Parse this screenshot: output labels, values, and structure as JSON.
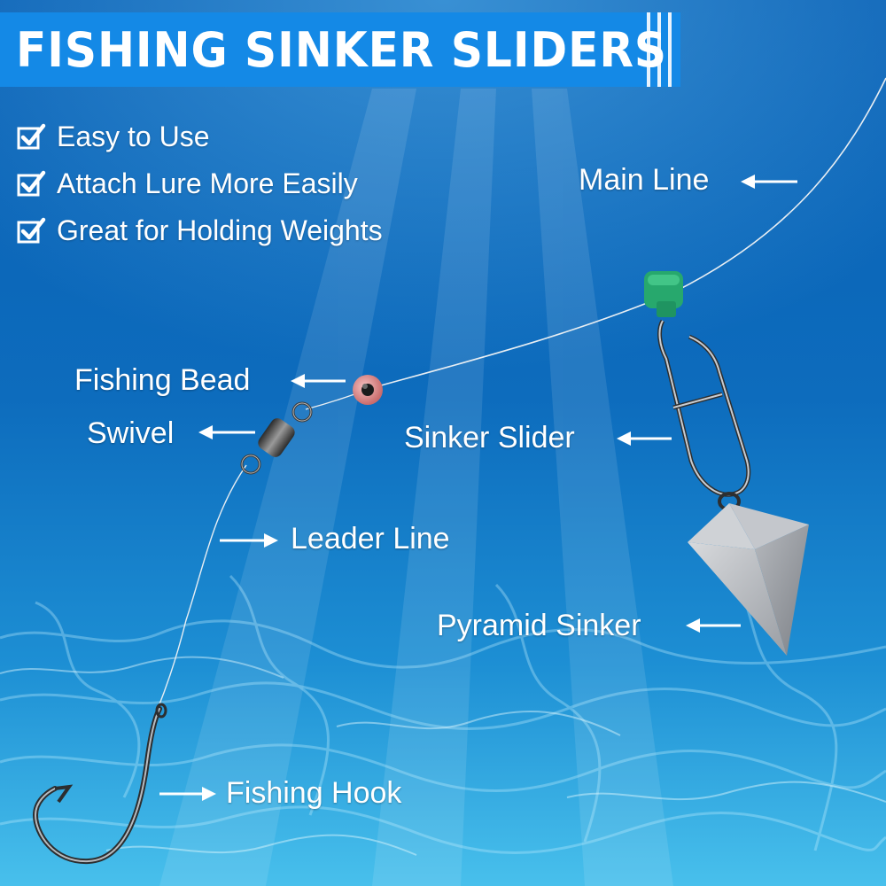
{
  "title": "FISHING SINKER SLIDERS",
  "features": [
    {
      "label": "Easy to Use",
      "icon": "checkbox-checked-icon"
    },
    {
      "label": "Attach Lure More Easily",
      "icon": "checkbox-checked-icon"
    },
    {
      "label": "Great for Holding Weights",
      "icon": "checkbox-checked-icon"
    }
  ],
  "callouts": {
    "main_line": "Main Line",
    "fishing_bead": "Fishing Bead",
    "swivel": "Swivel",
    "sinker_slider": "Sinker Slider",
    "leader_line": "Leader Line",
    "pyramid_sinker": "Pyramid Sinker",
    "fishing_hook": "Fishing Hook"
  },
  "colors": {
    "banner": "#1489e6",
    "water_top": "#0a5fb3",
    "water_bottom": "#3cb6e8",
    "slider_green": "#27a86d",
    "bead": "#e08a8a",
    "sinker": "#b9bcc0"
  }
}
